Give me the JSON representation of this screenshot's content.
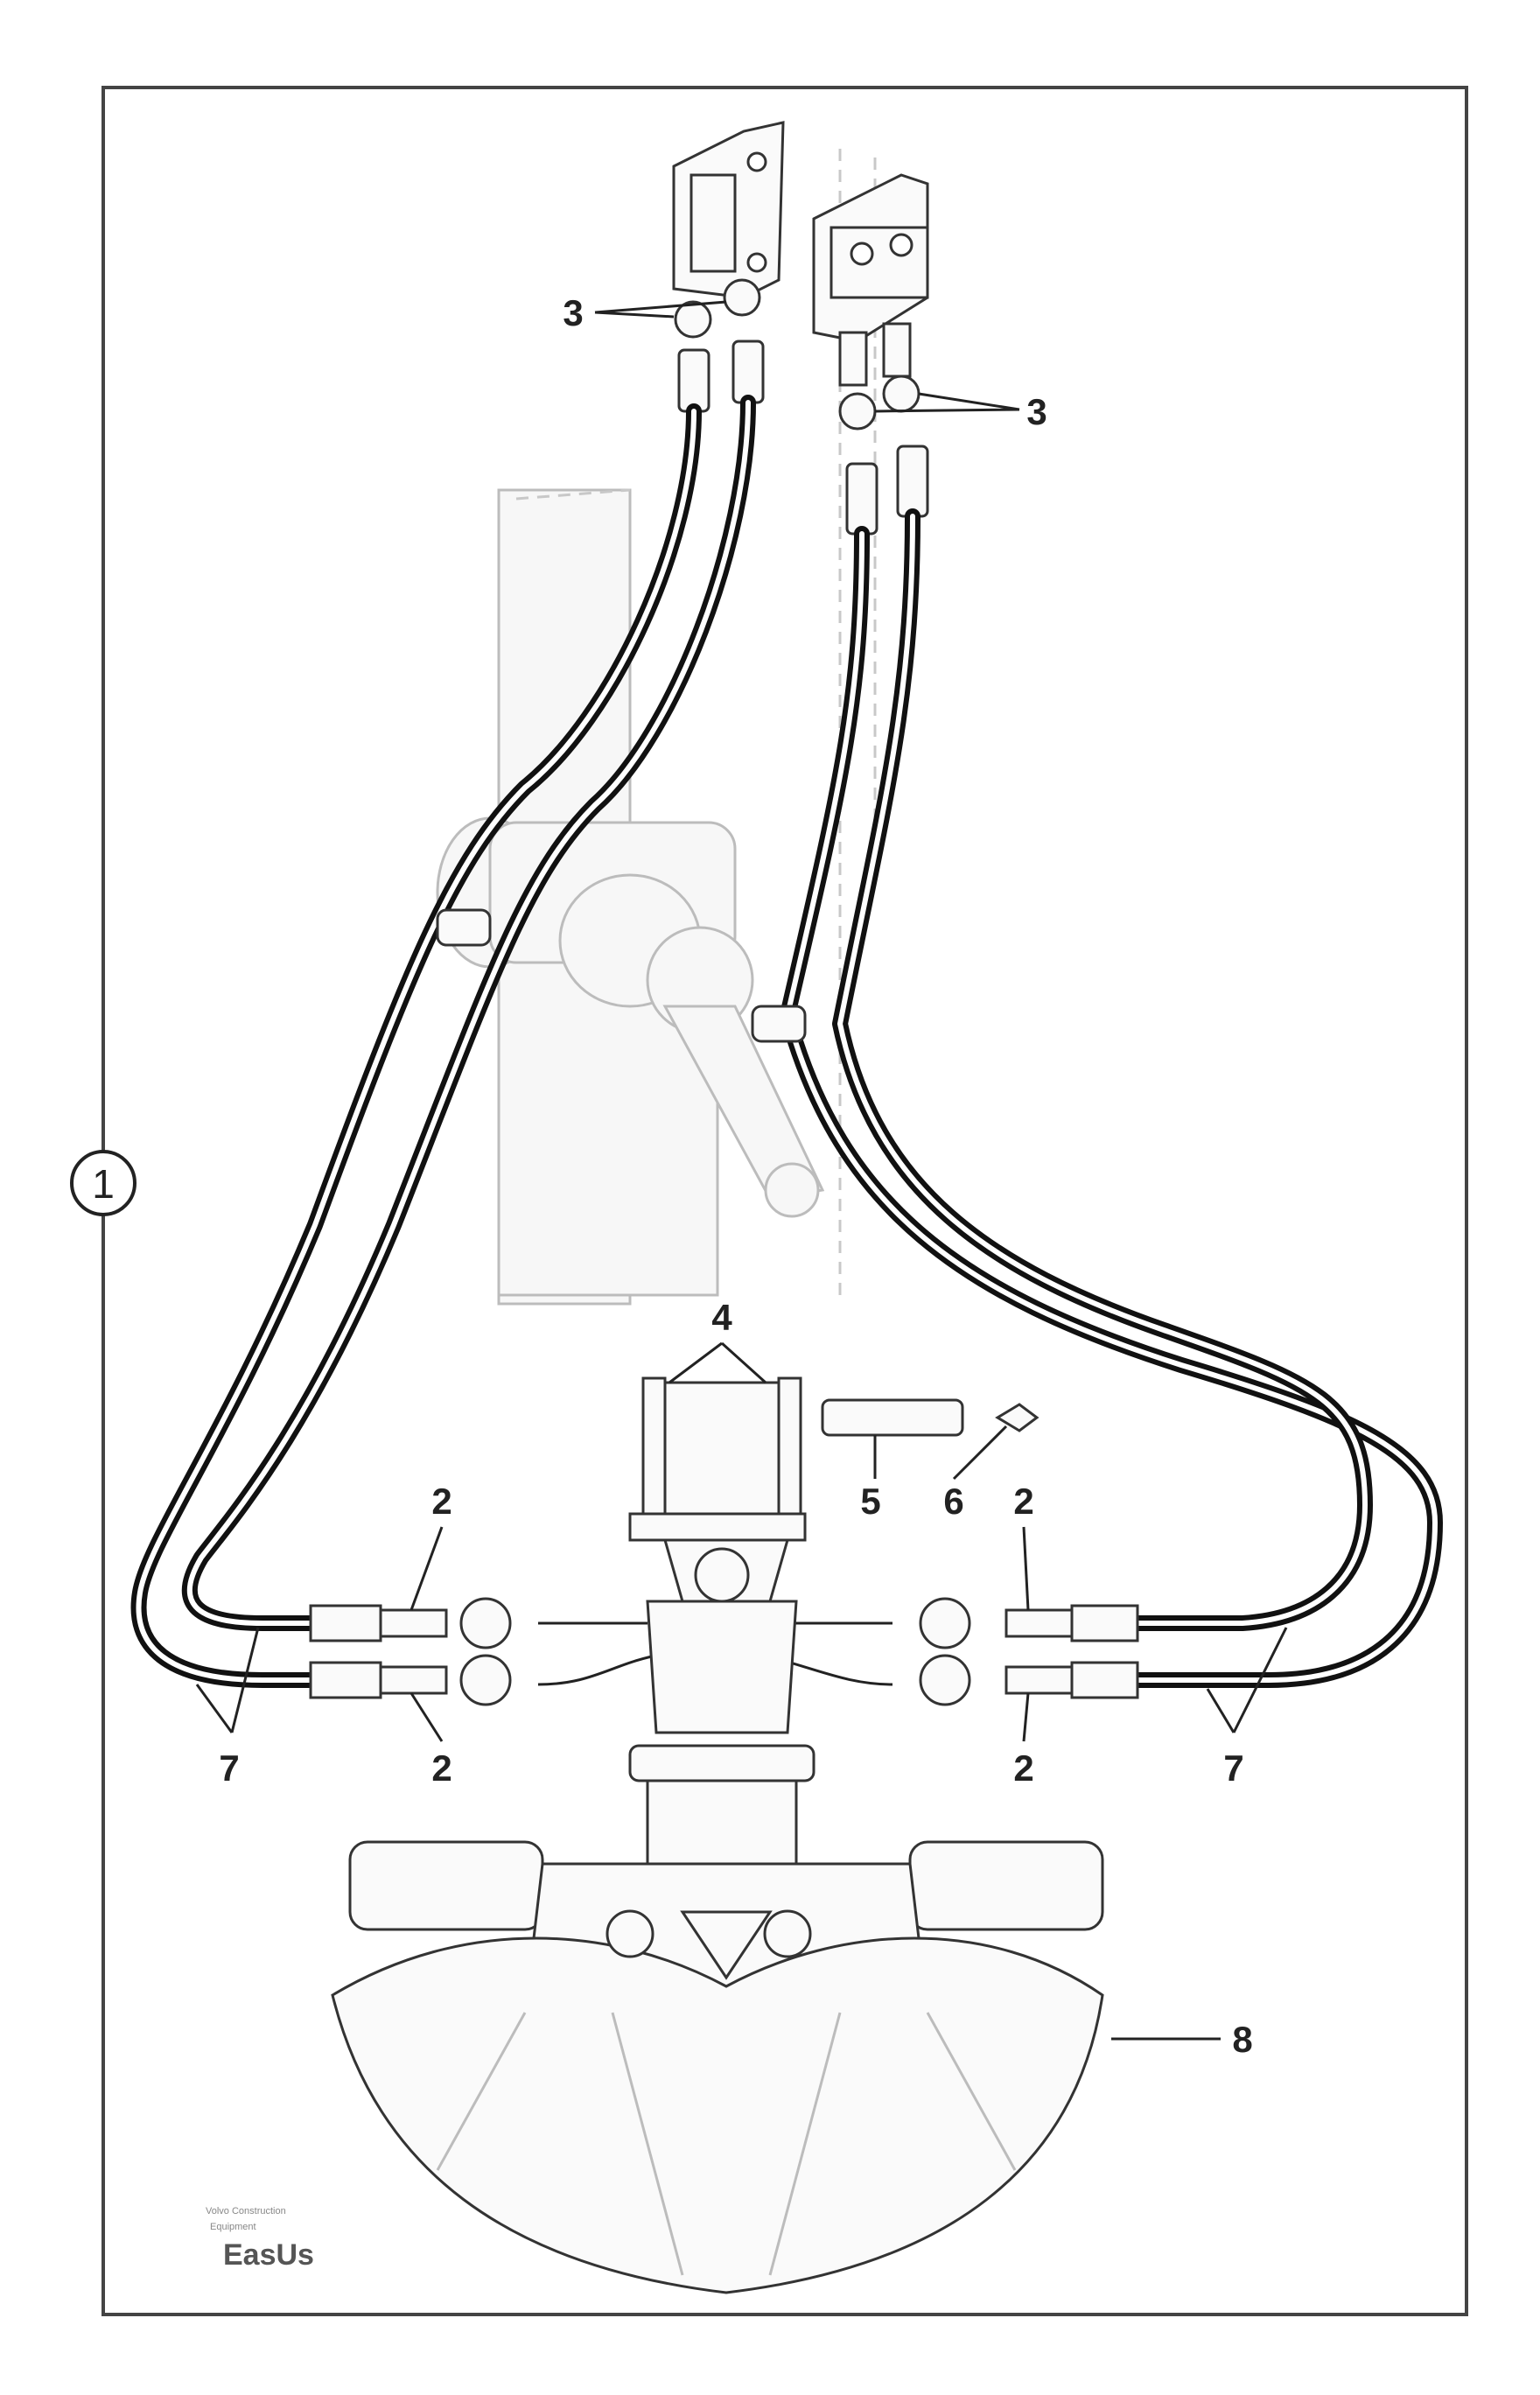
{
  "callout": {
    "text": "1"
  },
  "labels": {
    "hose_couplings": "2",
    "plugs": "3",
    "pin": "4",
    "tube": "5",
    "clip": "6",
    "hoses": "7",
    "grab": "8"
  },
  "stamp": {
    "line1": "Volvo Construction",
    "line2": "Equipment",
    "brand": "EasUs"
  },
  "colors": {
    "hose": "#111111",
    "outline": "#333333",
    "ghost": "#bcbcbc"
  }
}
